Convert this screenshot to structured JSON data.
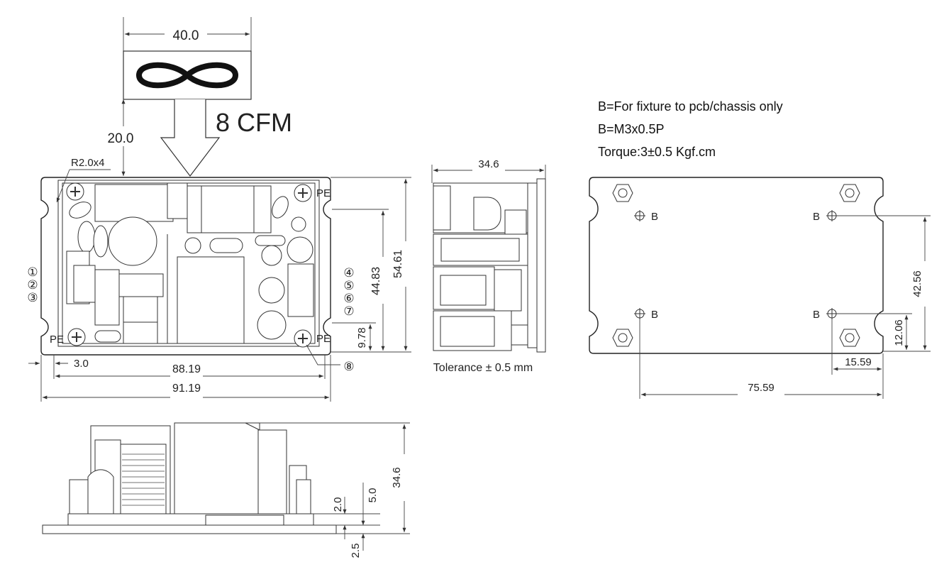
{
  "fan": {
    "width": "40.0",
    "distance": "20.0",
    "airflow": "8 CFM"
  },
  "front_view": {
    "corner_radius": "R2.0x4",
    "pe_label": "PE",
    "pins_left": [
      "①",
      "②",
      "③"
    ],
    "pins_right": [
      "④",
      "⑤",
      "⑥",
      "⑦"
    ],
    "pin_bottom": "⑧",
    "dims": {
      "offset": "3.0",
      "hole_span": "88.19",
      "overall_length": "91.19",
      "hole_height": "44.83",
      "overall_height": "54.61",
      "bottom_offset": "9.78"
    }
  },
  "side_view": {
    "depth": "34.6",
    "tolerance": "Tolerance ± 0.5 mm"
  },
  "bottom_plate": {
    "notes": [
      "B=For fixture to pcb/chassis only",
      "B=M3x0.5P",
      "Torque:3±0.5 Kgf.cm"
    ],
    "hole_label": "B",
    "dims": {
      "height": "42.56",
      "bottom_offset": "12.06",
      "right_offset": "15.59",
      "hole_span": "75.59"
    }
  },
  "profile_view": {
    "height": "34.6",
    "pcb_gap": "2.0",
    "pin_length": "5.0",
    "plate_gap": "2.5"
  }
}
